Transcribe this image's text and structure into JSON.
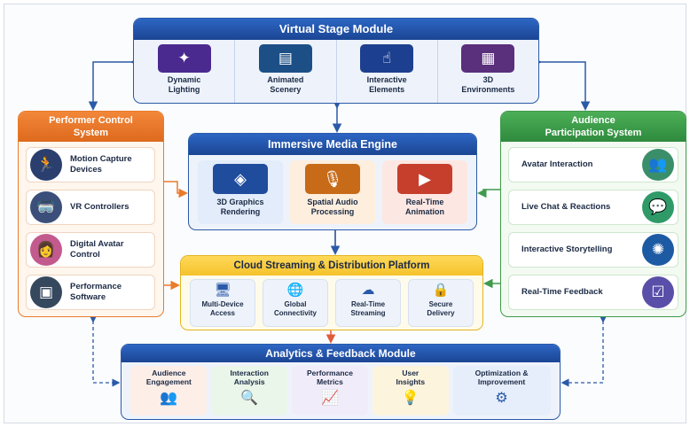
{
  "virtual_stage": {
    "title": "Virtual Stage Module",
    "items": [
      {
        "line1": "Dynamic",
        "line2": "Lighting",
        "icon": "spotlight-icon",
        "glyph": "✦",
        "color": "#4b2a8f"
      },
      {
        "line1": "Animated",
        "line2": "Scenery",
        "icon": "stage-icon",
        "glyph": "▤",
        "color": "#1c4f86"
      },
      {
        "line1": "Interactive",
        "line2": "Elements",
        "icon": "touch-icon",
        "glyph": "☝",
        "color": "#1d3f8f"
      },
      {
        "line1": "3D",
        "line2": "Environments",
        "icon": "cityscape-icon",
        "glyph": "▦",
        "color": "#5a2f7c"
      }
    ]
  },
  "performer": {
    "title_line1": "Performer Control",
    "title_line2": "System",
    "items": [
      {
        "line1": "Motion Capture",
        "line2": "Devices",
        "icon": "motion-capture-icon",
        "glyph": "🏃",
        "color": "#2a3f6d"
      },
      {
        "line1": "VR Controllers",
        "line2": "",
        "icon": "vr-headset-icon",
        "glyph": "🥽",
        "color": "#3b4f7a"
      },
      {
        "line1": "Digital Avatar",
        "line2": "Control",
        "icon": "avatar-icon",
        "glyph": "👩",
        "color": "#c25a8e"
      },
      {
        "line1": "Performance",
        "line2": "Software",
        "icon": "software-icon",
        "glyph": "▣",
        "color": "#36485e"
      }
    ]
  },
  "engine": {
    "title": "Immersive Media Engine",
    "items": [
      {
        "line1": "3D Graphics",
        "line2": "Rendering",
        "icon": "graphics-icon",
        "glyph": "◈",
        "bg": "#e2ecfa",
        "color": "#1f4c9c"
      },
      {
        "line1": "Spatial Audio",
        "line2": "Processing",
        "icon": "microphone-icon",
        "glyph": "🎙",
        "bg": "#fdeedd",
        "color": "#c76b18"
      },
      {
        "line1": "Real-Time",
        "line2": "Animation",
        "icon": "video-player-icon",
        "glyph": "▶",
        "bg": "#fde7e2",
        "color": "#c53f2c"
      }
    ]
  },
  "audience": {
    "title_line1": "Audience",
    "title_line2": "Participation System",
    "items": [
      {
        "label": "Avatar Interaction",
        "icon": "avatars-icon",
        "glyph": "👥",
        "color": "#3a8f6a"
      },
      {
        "label": "Live Chat & Reactions",
        "icon": "chat-bubbles-icon",
        "glyph": "💬",
        "color": "#2f9a68"
      },
      {
        "label": "Interactive Storytelling",
        "icon": "network-icon",
        "glyph": "✺",
        "color": "#1c5aa3"
      },
      {
        "label": "Real-Time Feedback",
        "icon": "checklist-icon",
        "glyph": "☑",
        "color": "#5a4fa8"
      }
    ]
  },
  "cloud": {
    "title": "Cloud Streaming & Distribution Platform",
    "items": [
      {
        "line1": "Multi-Device",
        "line2": "Access",
        "icon": "devices-icon",
        "glyph": "🖥"
      },
      {
        "line1": "Global",
        "line2": "Connectivity",
        "icon": "globe-icon",
        "glyph": "🌐"
      },
      {
        "line1": "Real-Time",
        "line2": "Streaming",
        "icon": "cloud-icon",
        "glyph": "☁"
      },
      {
        "line1": "Secure",
        "line2": "Delivery",
        "icon": "lock-icon",
        "glyph": "🔒"
      }
    ]
  },
  "analytics": {
    "title": "Analytics & Feedback Module",
    "items": [
      {
        "line1": "Audience",
        "line2": "Engagement",
        "icon": "users-chart-icon",
        "glyph": "👥",
        "bg": "#fdeee8"
      },
      {
        "line1": "Interaction",
        "line2": "Analysis",
        "icon": "magnifier-chart-icon",
        "glyph": "🔍",
        "bg": "#eaf6ea"
      },
      {
        "line1": "Performance",
        "line2": "Metrics",
        "icon": "growth-chart-icon",
        "glyph": "📈",
        "bg": "#f1ecfa"
      },
      {
        "line1": "User",
        "line2": "Insights",
        "icon": "lightbulb-icon",
        "glyph": "💡",
        "bg": "#fdf4de"
      },
      {
        "line1": "Optimization &",
        "line2": "Improvement",
        "icon": "gear-chart-icon",
        "glyph": "⚙",
        "bg": "#e6eefb"
      }
    ]
  },
  "colors": {
    "blue": "#2a5aa8",
    "orange": "#ea7b2b",
    "green": "#3f9a4b",
    "yellow": "#e3b41f"
  }
}
